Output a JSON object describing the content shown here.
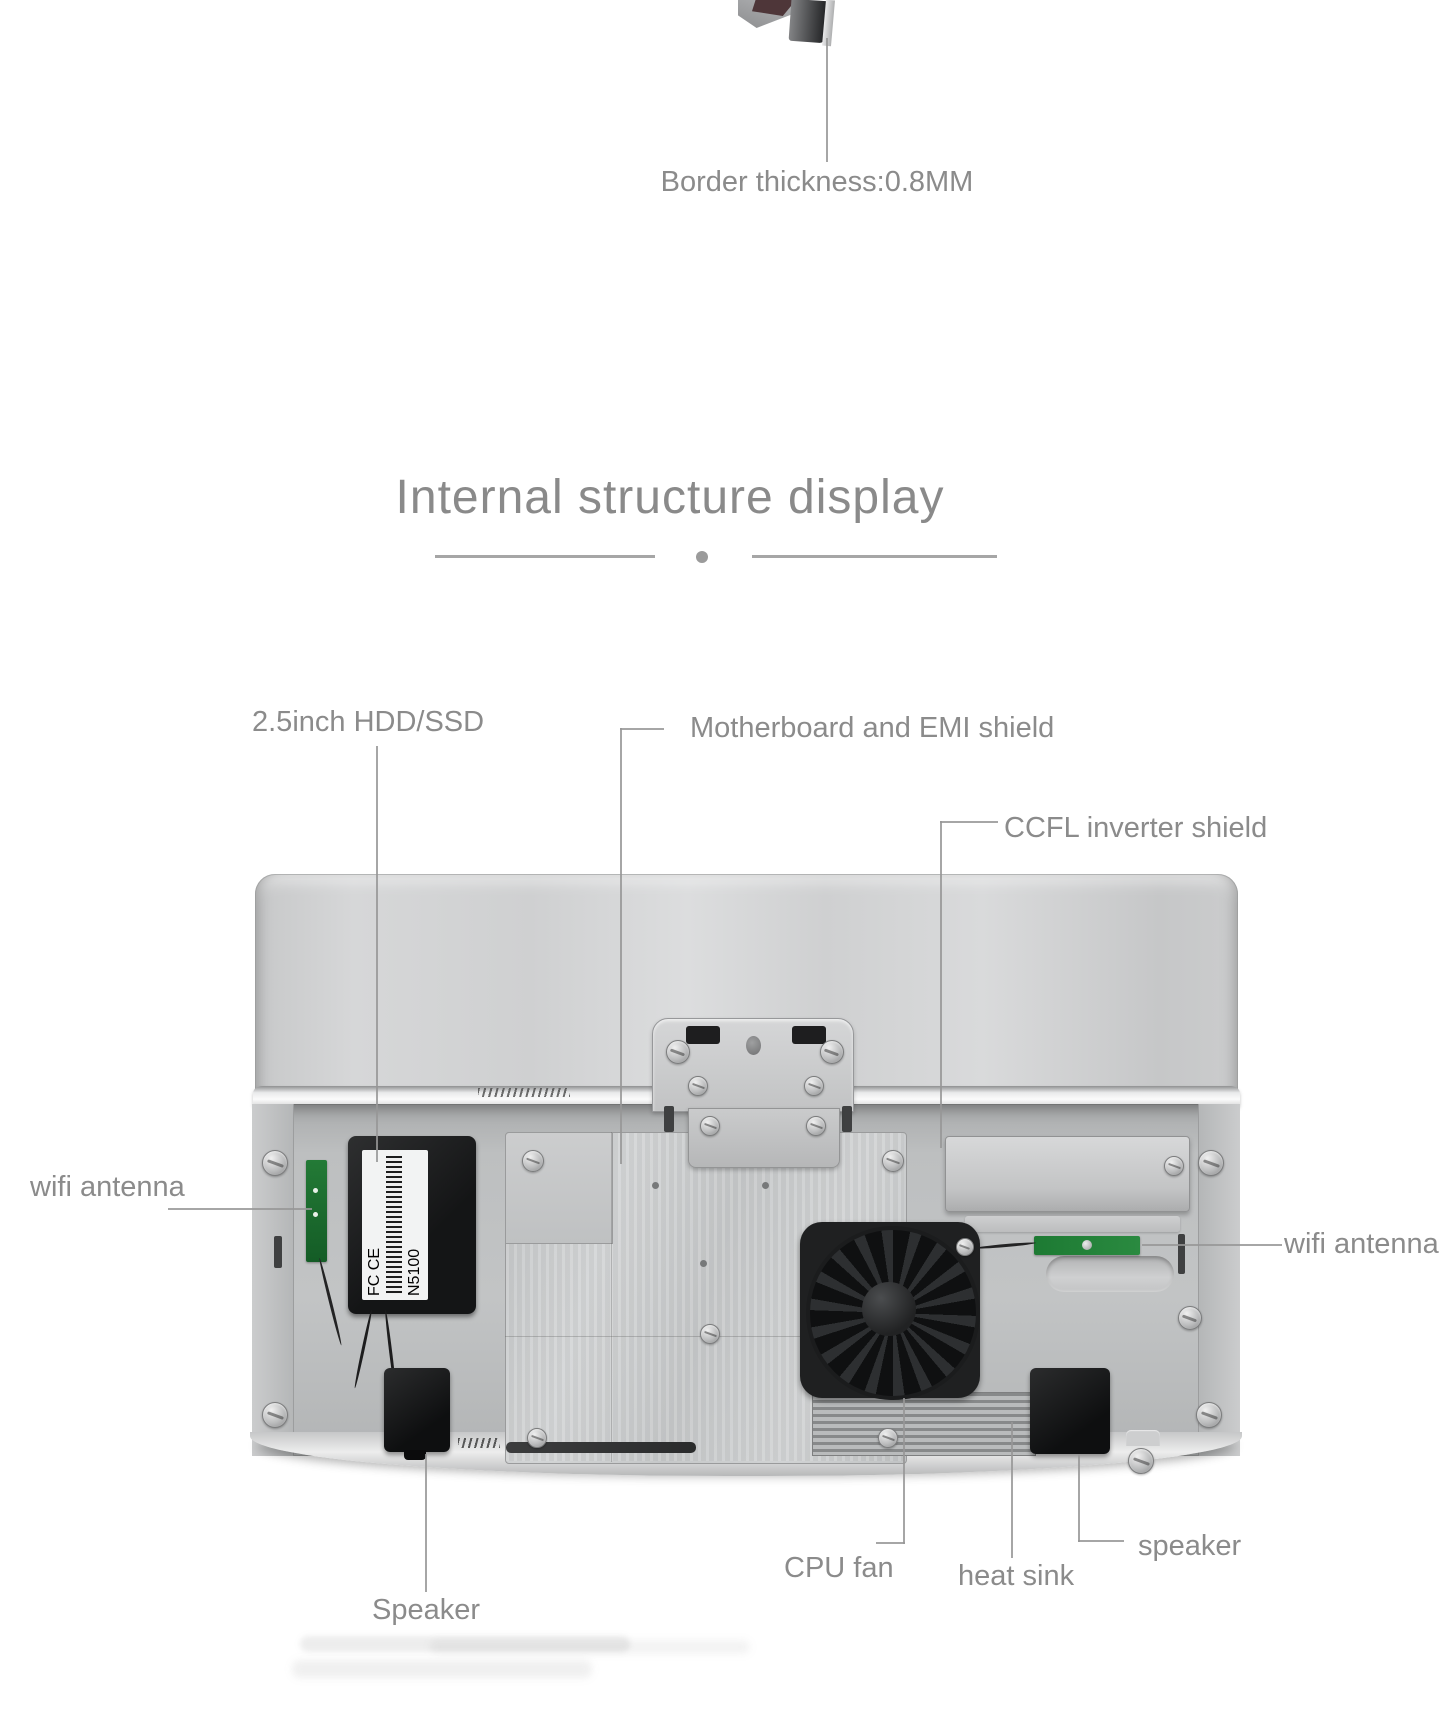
{
  "page": {
    "background": "#ffffff",
    "colors": {
      "label_text": "#8b8b8b",
      "title_text": "#8a8a8a",
      "leader_line": "#979797",
      "antenna_green": "#1d7a33",
      "metal_silver": "#cdcfd0",
      "dark_component": "#1a1b1c"
    }
  },
  "top_callout": {
    "label": "Border thickness:0.8MM"
  },
  "section": {
    "title": "Internal structure display"
  },
  "callouts": {
    "hdd": "2.5inch HDD/SSD",
    "motherboard": "Motherboard and EMI shield",
    "ccfl": "CCFL inverter shield",
    "wifi_left": "wifi antenna",
    "wifi_right": "wifi antenna",
    "cpu_fan": "CPU fan",
    "heat_sink": "heat sink",
    "speaker_right": "speaker",
    "speaker_bottom": "Speaker"
  },
  "photo": {
    "hdd_label": {
      "model": "N5100",
      "marks": "FC CE"
    }
  }
}
